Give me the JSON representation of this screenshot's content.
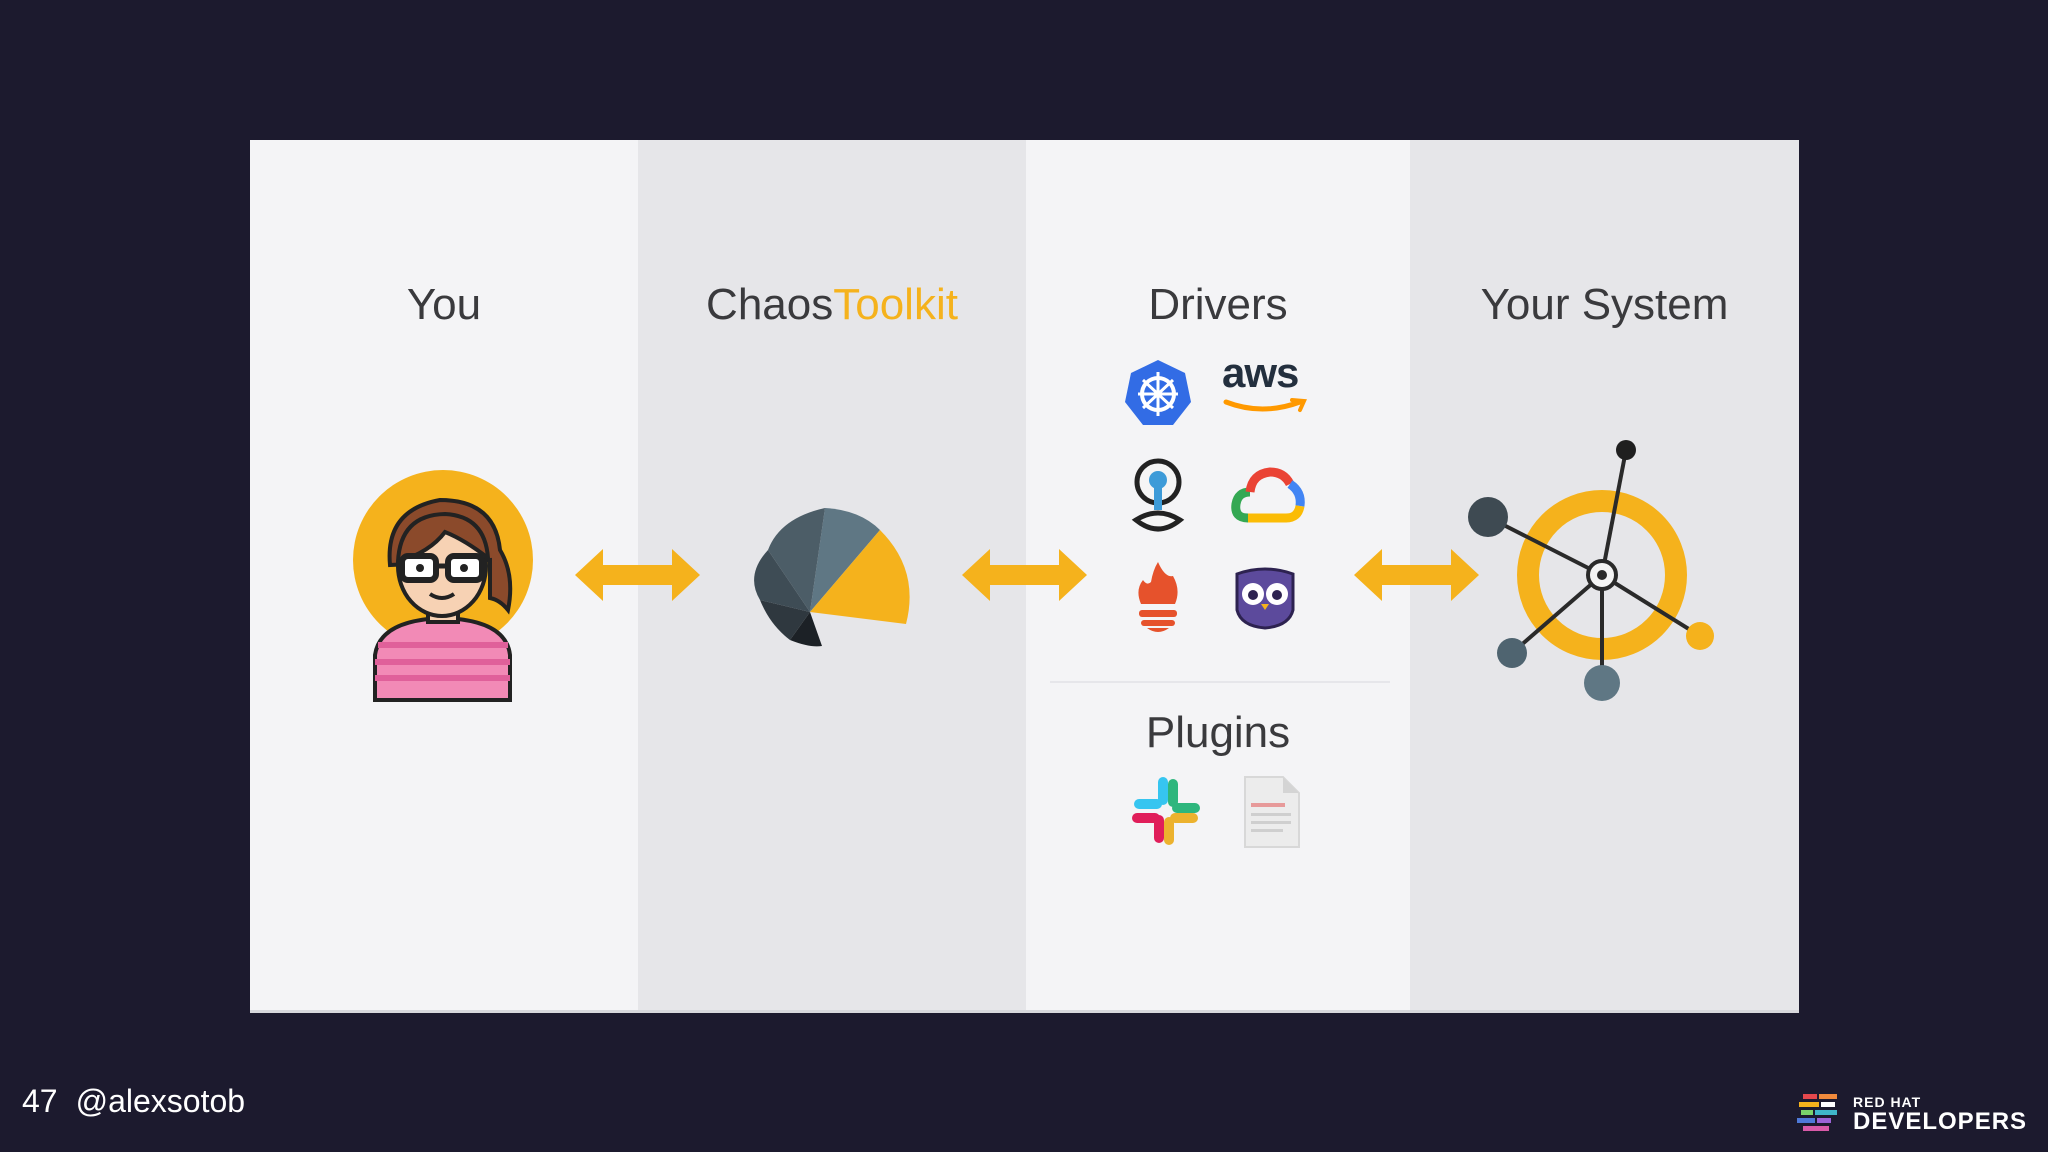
{
  "columns": {
    "you": {
      "title": "You"
    },
    "toolkit": {
      "title_part1": "Chaos",
      "title_part2": "Toolkit"
    },
    "drivers": {
      "title": "Drivers",
      "aws_label": "aws"
    },
    "system": {
      "title": "Your System"
    },
    "plugins": {
      "title": "Plugins"
    }
  },
  "icons": {
    "you": "woman-avatar-icon",
    "toolkit": "chaostoolkit-logo-icon",
    "drivers": [
      "kubernetes-icon",
      "aws-icon",
      "service-mesh-icon",
      "google-cloud-icon",
      "prometheus-icon",
      "owl-icon"
    ],
    "plugins": [
      "slack-icon",
      "document-icon"
    ],
    "system": "system-graph-icon"
  },
  "colors": {
    "background": "#1c1a2e",
    "accent": "#f5b21c",
    "text": "#3a3a3d"
  },
  "footer": {
    "page_number": "47",
    "handle": "@alexsotob",
    "brand_small": "RED HAT",
    "brand_big": "DEVELOPERS"
  }
}
